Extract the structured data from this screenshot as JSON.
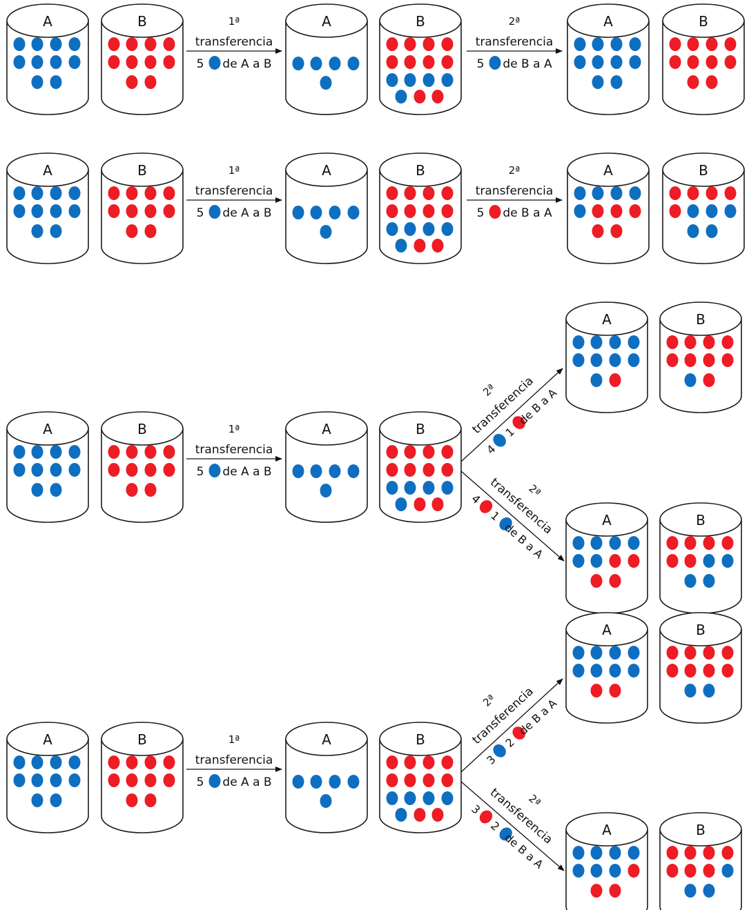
{
  "colors": {
    "blue": "#0e6fc1",
    "red": "#ee1c24",
    "outline": "#1a1a1a",
    "arrow": "#111111"
  },
  "labels": {
    "jar_a": "A",
    "jar_b": "B",
    "first": "1ª",
    "second": "2ª",
    "transfer": "transferencia",
    "count_5": "5",
    "from_a_to_b": "de A a B",
    "from_b_to_a": "de B a A"
  },
  "scenarios": [
    {
      "type": "straight",
      "start": {
        "a": [
          "blue",
          "blue",
          "blue",
          "blue",
          "blue",
          "blue",
          "blue",
          "blue",
          "blue",
          "blue"
        ],
        "b": [
          "red",
          "red",
          "red",
          "red",
          "red",
          "red",
          "red",
          "red",
          "red",
          "red"
        ]
      },
      "first_transfer": {
        "count": "5",
        "ball": "blue",
        "text": "de A a B"
      },
      "middle": {
        "a": [
          "blue",
          "blue",
          "blue",
          "blue",
          "blue"
        ],
        "b": [
          "red",
          "red",
          "red",
          "red",
          "red",
          "red",
          "red",
          "red",
          "blue",
          "blue",
          "blue",
          "blue",
          "blue",
          "red",
          "red"
        ]
      },
      "second_transfer": {
        "count": "5",
        "ball": "blue",
        "text": "de B a A"
      },
      "end": {
        "a": [
          "blue",
          "blue",
          "blue",
          "blue",
          "blue",
          "blue",
          "blue",
          "blue",
          "blue",
          "blue"
        ],
        "b": [
          "red",
          "red",
          "red",
          "red",
          "red",
          "red",
          "red",
          "red",
          "red",
          "red"
        ]
      }
    },
    {
      "type": "straight",
      "start": {
        "a": [
          "blue",
          "blue",
          "blue",
          "blue",
          "blue",
          "blue",
          "blue",
          "blue",
          "blue",
          "blue"
        ],
        "b": [
          "red",
          "red",
          "red",
          "red",
          "red",
          "red",
          "red",
          "red",
          "red",
          "red"
        ]
      },
      "first_transfer": {
        "count": "5",
        "ball": "blue",
        "text": "de A a B"
      },
      "middle": {
        "a": [
          "blue",
          "blue",
          "blue",
          "blue",
          "blue"
        ],
        "b": [
          "red",
          "red",
          "red",
          "red",
          "red",
          "red",
          "red",
          "red",
          "blue",
          "blue",
          "blue",
          "blue",
          "blue",
          "red",
          "red"
        ]
      },
      "second_transfer": {
        "count": "5",
        "ball": "red",
        "text": "de B a A"
      },
      "end": {
        "a": [
          "blue",
          "blue",
          "blue",
          "blue",
          "blue",
          "red",
          "red",
          "red",
          "red",
          "red"
        ],
        "b": [
          "red",
          "red",
          "red",
          "red",
          "red",
          "blue",
          "blue",
          "blue",
          "blue",
          "blue"
        ]
      }
    },
    {
      "type": "branch",
      "start": {
        "a": [
          "blue",
          "blue",
          "blue",
          "blue",
          "blue",
          "blue",
          "blue",
          "blue",
          "blue",
          "blue"
        ],
        "b": [
          "red",
          "red",
          "red",
          "red",
          "red",
          "red",
          "red",
          "red",
          "red",
          "red"
        ]
      },
      "first_transfer": {
        "count": "5",
        "ball": "blue",
        "text": "de A a B"
      },
      "middle": {
        "a": [
          "blue",
          "blue",
          "blue",
          "blue",
          "blue"
        ],
        "b": [
          "red",
          "red",
          "red",
          "red",
          "red",
          "red",
          "red",
          "red",
          "blue",
          "blue",
          "blue",
          "blue",
          "blue",
          "red",
          "red"
        ]
      },
      "upper": {
        "first_count": "4",
        "first_ball": "blue",
        "second_count": "1",
        "second_ball": "red",
        "text": "de B a A",
        "end": {
          "a": [
            "blue",
            "blue",
            "blue",
            "blue",
            "blue",
            "blue",
            "blue",
            "blue",
            "blue",
            "red"
          ],
          "b": [
            "red",
            "red",
            "red",
            "red",
            "red",
            "red",
            "red",
            "red",
            "blue",
            "red"
          ]
        }
      },
      "lower": {
        "first_count": "4",
        "first_ball": "red",
        "second_count": "1",
        "second_ball": "blue",
        "text": "de B a A",
        "end": {
          "a": [
            "blue",
            "blue",
            "blue",
            "blue",
            "blue",
            "blue",
            "red",
            "red",
            "red",
            "red"
          ],
          "b": [
            "red",
            "red",
            "red",
            "red",
            "red",
            "red",
            "blue",
            "blue",
            "blue",
            "blue"
          ]
        }
      }
    },
    {
      "type": "branch",
      "start": {
        "a": [
          "blue",
          "blue",
          "blue",
          "blue",
          "blue",
          "blue",
          "blue",
          "blue",
          "blue",
          "blue"
        ],
        "b": [
          "red",
          "red",
          "red",
          "red",
          "red",
          "red",
          "red",
          "red",
          "red",
          "red"
        ]
      },
      "first_transfer": {
        "count": "5",
        "ball": "blue",
        "text": "de A a B"
      },
      "middle": {
        "a": [
          "blue",
          "blue",
          "blue",
          "blue",
          "blue"
        ],
        "b": [
          "red",
          "red",
          "red",
          "red",
          "red",
          "red",
          "red",
          "red",
          "blue",
          "blue",
          "blue",
          "blue",
          "blue",
          "red",
          "red"
        ]
      },
      "upper": {
        "first_count": "3",
        "first_ball": "blue",
        "second_count": "2",
        "second_ball": "red",
        "text": "de B a A",
        "end": {
          "a": [
            "blue",
            "blue",
            "blue",
            "blue",
            "blue",
            "blue",
            "blue",
            "blue",
            "red",
            "red"
          ],
          "b": [
            "red",
            "red",
            "red",
            "red",
            "red",
            "red",
            "red",
            "red",
            "blue",
            "blue"
          ]
        }
      },
      "lower": {
        "first_count": "3",
        "first_ball": "red",
        "second_count": "2",
        "second_ball": "blue",
        "text": "de B a A",
        "end": {
          "a": [
            "blue",
            "blue",
            "blue",
            "blue",
            "blue",
            "blue",
            "blue",
            "red",
            "red",
            "red"
          ],
          "b": [
            "red",
            "red",
            "red",
            "red",
            "red",
            "red",
            "red",
            "blue",
            "blue",
            "blue"
          ]
        }
      }
    }
  ]
}
